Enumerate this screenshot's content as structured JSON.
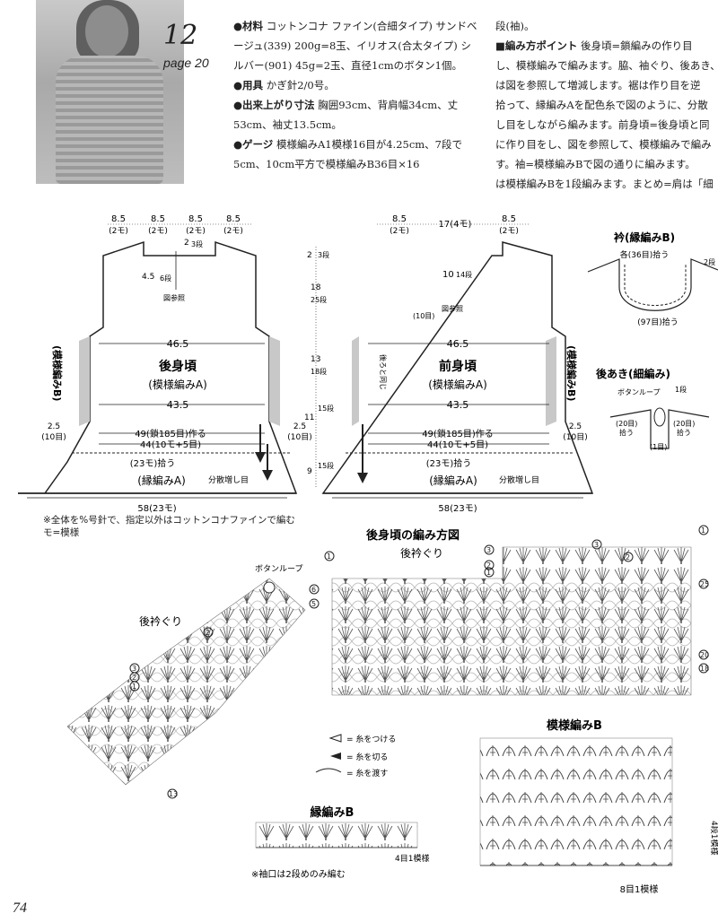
{
  "header": {
    "number": "12",
    "page_ref": "page 20",
    "materials_label": "●材料",
    "materials_text": "コットンコナ ファイン(合細タイプ) サンドベージュ(339) 200g=8玉、イリオス(合太タイプ) シルバー(901) 45g=2玉、直径1cmのボタン1個。",
    "tools_label": "●用具",
    "tools_text": "かぎ針2/0号。",
    "size_label": "●出来上がり寸法",
    "size_text": "胸囲93cm、背肩幅34cm、丈53cm、袖丈13.5cm。",
    "gauge_label": "●ゲージ",
    "gauge_text": "模様編みA1模様16目が4.25cm、7段で5cm、10cm平方で模様編みB36目×16",
    "points_line1": "段(袖)。",
    "points_label": "■編み方ポイント",
    "points_line2_tail": "後身頃=鎖編みの作り目",
    "points_line3": "し、模様編みで編みます。脇、袖ぐり、後あき、",
    "points_line4": "は図を参照して増減します。裾は作り目を逆",
    "points_line5": "拾って、縁編みAを配色糸で図のように、分散",
    "points_line6": "し目をしながら編みます。前身頃=後身頃と同",
    "points_line7": "に作り目をし、図を参照して、模様編みで編み",
    "points_line8": "す。袖=模様編みBで図の通りに編みます。",
    "points_line9": "は模様編みBを1段編みます。まとめ=肩は「細"
  },
  "back_panel": {
    "top_dims": [
      "8.5",
      "8.5",
      "8.5",
      "8.5"
    ],
    "top_units": [
      "(2モ)",
      "(2モ)",
      "(2モ)",
      "(2モ)"
    ],
    "neck_depth": "2",
    "neck_rows": "3段",
    "shoulder_drop": "4.5",
    "shoulder_rows": "6段",
    "see_chart": "図参照",
    "width_upper": "46.5",
    "title": "後身頃",
    "subtitle": "(模様編みA)",
    "width_mid": "43.5",
    "chain_note": "49(鎖185目)作る",
    "pattern_note": "44(10モ+5目)",
    "pickup_note": "(23モ)拾う",
    "edge_title": "(縁編みA)",
    "decrease_note": "分散増し目",
    "bottom_width": "58(23モ)",
    "side_label": "(模様編みB)",
    "side_left_dim": "2.5",
    "side_left_rows": "(10目)",
    "side_right_dim": "2.5",
    "side_right_rows": "(10目)"
  },
  "vertical_dims": {
    "d1": "2",
    "d1_rows": "3段",
    "d2": "18",
    "d2_rows": "25段",
    "d3": "13",
    "d3_rows": "18段",
    "d4": "11",
    "d4_rows": "15段",
    "d5": "9",
    "d5_rows": "15段"
  },
  "front_panel": {
    "top_dims": [
      "8.5",
      "17(4モ)",
      "8.5"
    ],
    "top_units": [
      "(2モ)",
      "",
      "(2モ)"
    ],
    "neck_depth": "10",
    "neck_rows": "14段",
    "side_rows": "(10目)",
    "see_chart": "図参照",
    "same_as_back": "後ろと同じ",
    "width_upper": "46.5",
    "title": "前身頃",
    "subtitle": "(模様編みA)",
    "width_mid": "43.5",
    "chain_note": "49(鎖185目)作る",
    "pattern_note": "44(10モ+5目)",
    "pickup_note": "(23モ)拾う",
    "edge_title": "(縁編みA)",
    "decrease_note": "分散増し目",
    "bottom_width": "58(23モ)",
    "side_label": "(模様編みB)",
    "side_dim": "2.5"
  },
  "collar": {
    "title": "衿(縁編みB)",
    "each_pickup": "各(36目)拾う",
    "center_pickup": "(97目)拾う",
    "right_rows": "2段"
  },
  "back_opening": {
    "title": "後あき(細編み)",
    "loop_label": "ボタンループ",
    "rows": "1段",
    "left_pickup": "(20目)",
    "left_pickup2": "拾う",
    "right_pickup": "(20目)",
    "right_pickup2": "拾う",
    "center": "(1目)"
  },
  "notes": {
    "line1": "※全体を%号針で、指定以外はコットンコナファインで編む",
    "line2": "モ=模様"
  },
  "chart": {
    "title": "後身頃の編み方図",
    "subtitle": "後衿ぐり",
    "left_label": "後衿ぐり",
    "button_loop": "ボタンループ",
    "legend_attach": "= 糸をつける",
    "legend_cut": "= 糸を切る",
    "legend_pass": "= 糸を渡す"
  },
  "edge_b": {
    "title": "縁編みB",
    "repeat": "4目1模様",
    "note": "※袖口は2段めのみ編む"
  },
  "pattern_b": {
    "title": "模様編みB",
    "repeat": "8目1模様",
    "rows_label": "4段1模様"
  },
  "footer": {
    "page_number": "74"
  },
  "colors": {
    "ink": "#222222",
    "shade": "#c8c8c8"
  }
}
